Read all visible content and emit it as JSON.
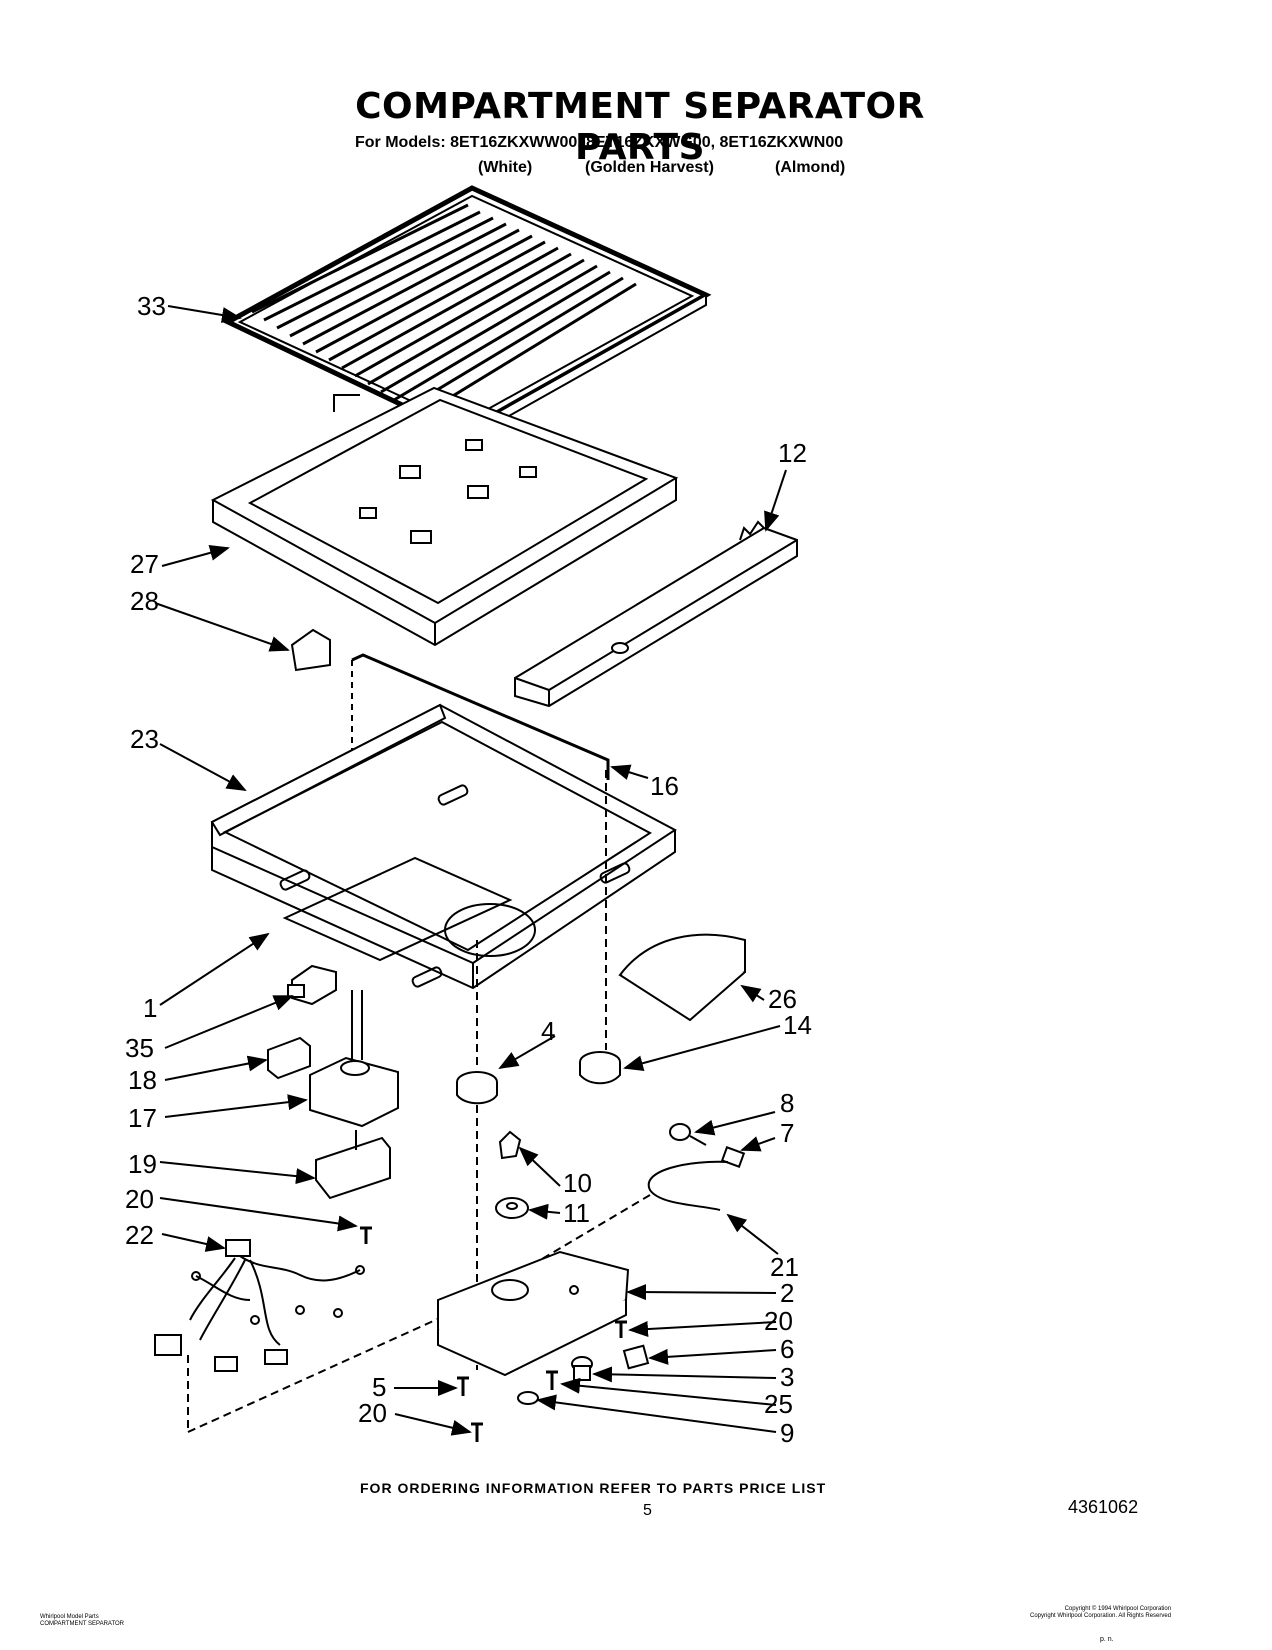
{
  "header": {
    "title": "COMPARTMENT SEPARATOR PARTS",
    "models_line": "For Models: 8ET16ZKXWW00, 8ET16ZKXWG00, 8ET16ZKXWN00",
    "colors": [
      "(White)",
      "(Golden Harvest)",
      "(Almond)"
    ]
  },
  "callouts": [
    "33",
    "12",
    "27",
    "28",
    "23",
    "16",
    "1",
    "26",
    "14",
    "35",
    "4",
    "18",
    "17",
    "8",
    "7",
    "19",
    "10",
    "20",
    "11",
    "22",
    "21",
    "2",
    "20",
    "6",
    "5",
    "3",
    "20",
    "25",
    "9"
  ],
  "footer": {
    "ordering_note": "FOR ORDERING INFORMATION REFER TO PARTS PRICE LIST",
    "page_number": "5",
    "document_number": "4361062",
    "fine_print_left": "Whirlpool Model Parts\nCOMPARTMENT SEPARATOR",
    "fine_print_right": "Copyright © 1994 Whirlpool Corporation\nCopyright Whirlpool Corporation. All Rights Reserved",
    "fine_print_bottom": "p. n."
  }
}
